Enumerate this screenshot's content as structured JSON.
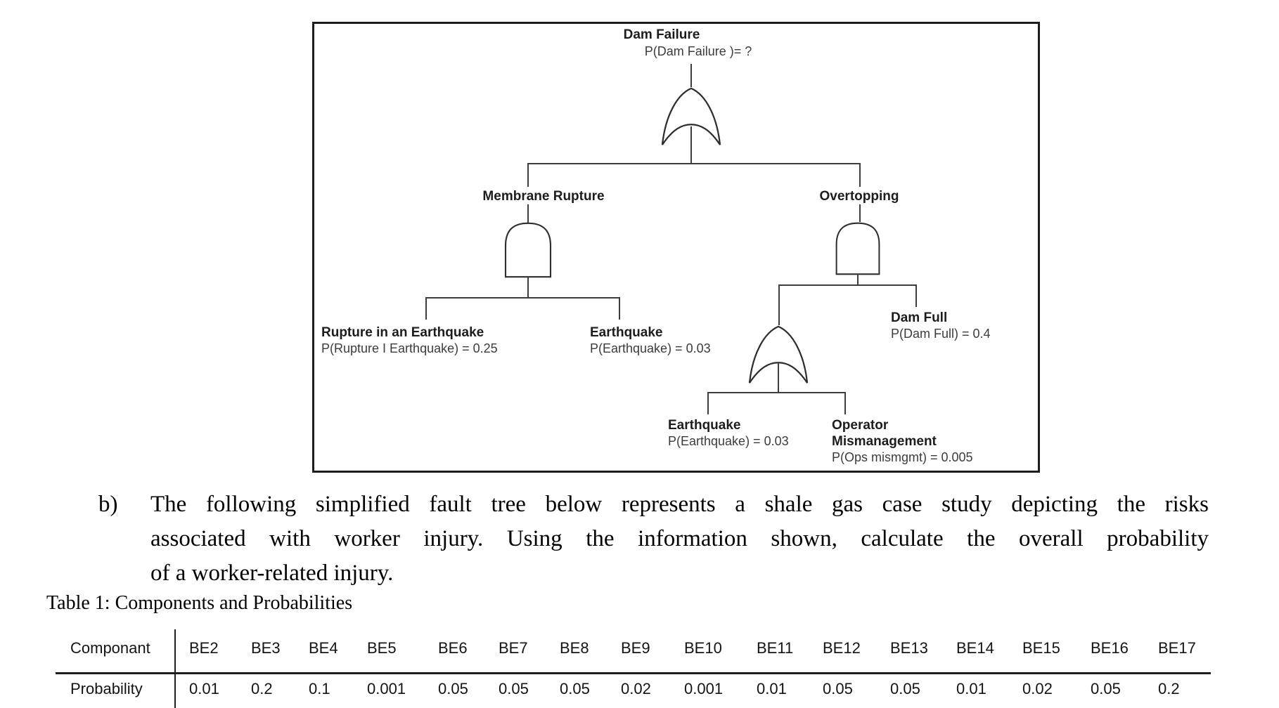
{
  "fault_tree": {
    "top_event": {
      "title": "Dam Failure",
      "probability": "P(Dam Failure )= ?"
    },
    "gate_types": {
      "top": "or-gate",
      "membrane_rupture": "and-gate",
      "overtopping": "and-gate",
      "overtopping_causes": "or-gate"
    },
    "intermediate_events": {
      "membrane_rupture": "Membrane Rupture",
      "overtopping": "Overtopping"
    },
    "basic_events": {
      "rupture_in_earthquake": {
        "title": "Rupture in an Earthquake",
        "probability": "P(Rupture I Earthquake) = 0.25"
      },
      "earthquake_membrane": {
        "title": "Earthquake",
        "probability": "P(Earthquake) = 0.03"
      },
      "dam_full": {
        "title": "Dam Full",
        "probability": "P(Dam Full) = 0.4"
      },
      "earthquake_overtopping": {
        "title": "Earthquake",
        "probability": "P(Earthquake) = 0.03"
      },
      "operator_mismanagement": {
        "title_line1": "Operator",
        "title_line2": "Mismanagement",
        "probability": "P(Ops mismgmt) = 0.005"
      }
    }
  },
  "question": {
    "label": "b)",
    "lines": [
      "The following simplified fault tree below represents a shale gas case study depicting the risks",
      "associated with worker injury. Using the information shown, calculate the overall probability",
      "of a worker-related injury."
    ]
  },
  "table": {
    "caption": "Table 1: Components and Probabilities",
    "header_label": "Componant",
    "value_label": "Probability",
    "headers": [
      "BE2",
      "BE3",
      "BE4",
      "BE5",
      "BE6",
      "BE7",
      "BE8",
      "BE9",
      "BE10",
      "BE11",
      "BE12",
      "BE13",
      "BE14",
      "BE15",
      "BE16",
      "BE17"
    ],
    "values": [
      "0.01",
      "0.2",
      "0.1",
      "0.001",
      "0.05",
      "0.05",
      "0.05",
      "0.02",
      "0.001",
      "0.01",
      "0.05",
      "0.05",
      "0.01",
      "0.02",
      "0.05",
      "0.2"
    ]
  }
}
